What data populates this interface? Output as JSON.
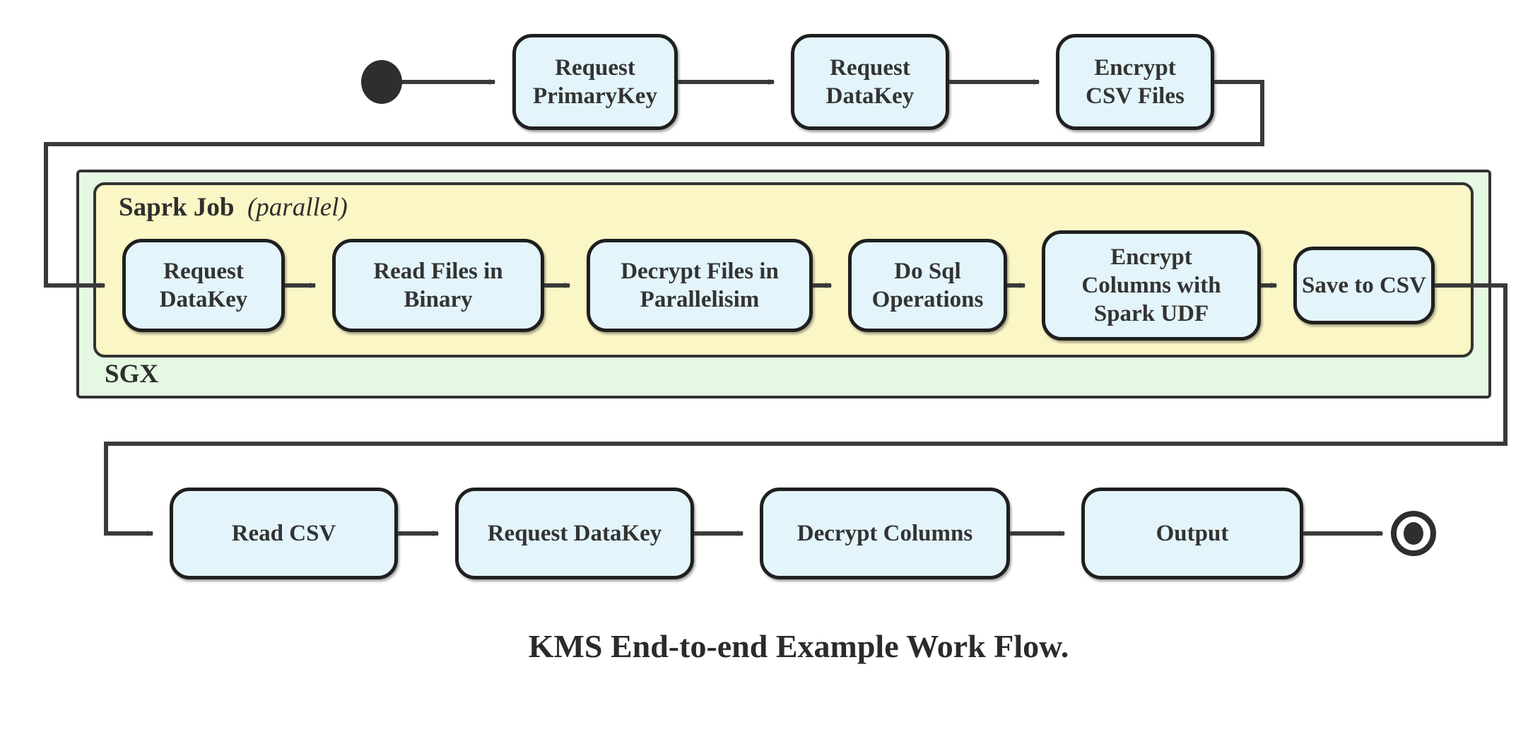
{
  "caption": "KMS End-to-end Example Work Flow.",
  "containers": {
    "sgx_label": "SGX",
    "spark_label_bold": "Saprk Job",
    "spark_label_italic": "(parallel)"
  },
  "nodes": {
    "top": {
      "request_primarykey": "Request\nPrimaryKey",
      "request_datakey": "Request\nDataKey",
      "encrypt_csv_files": "Encrypt\nCSV Files"
    },
    "spark_job": {
      "request_datakey": "Request\nDataKey",
      "read_files_in_binary": "Read Files in\nBinary",
      "decrypt_files_in_parallelisim": "Decrypt Files in\nParallelisim",
      "do_sql_operations": "Do Sql\nOperations",
      "encrypt_columns_with_spark_udf": "Encrypt\nColumns with\nSpark UDF",
      "save_to_csv": "Save to CSV"
    },
    "bottom": {
      "read_csv": "Read CSV",
      "request_datakey": "Request DataKey",
      "decrypt_columns": "Decrypt Columns",
      "output": "Output"
    }
  },
  "icons": {
    "start": "start-node (filled circle)",
    "end": "end-node (bullseye circle)"
  },
  "colors": {
    "node_fill": "#e3f4fb",
    "node_border": "#1f1f1f",
    "sgx_fill": "#e5f8e2",
    "spark_fill": "#fbf6c5",
    "container_border": "#333333",
    "connector": "#3a3a3a",
    "text": "#333333"
  }
}
